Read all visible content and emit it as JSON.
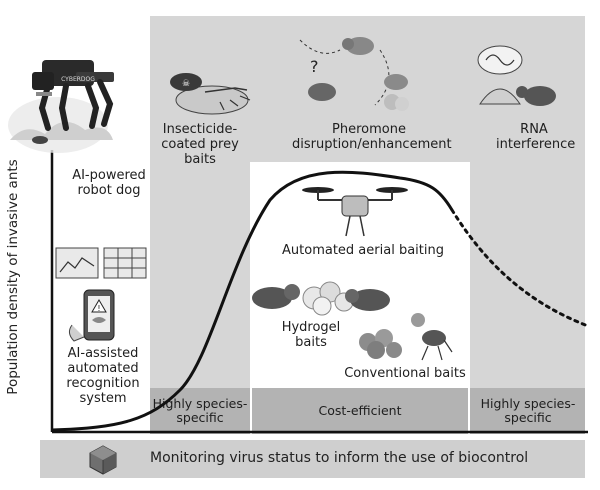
{
  "figure": {
    "y_axis_label": "Population density of invasive ants",
    "footer": "Monitoring virus status to inform the use of biocontrol",
    "panels": {
      "robot_dog": "AI-powered robot dog",
      "recognition": "AI-assisted automated recognition system",
      "insecticide": "Insecticide-coated prey baits",
      "pheromone": "Pheromone disruption/enhancement",
      "rna": "RNA interference",
      "aerial": "Automated aerial baiting",
      "hydrogel": "Hydrogel baits",
      "conventional": "Conventional baits"
    },
    "robot_brand": "CYBERDOG",
    "bands": {
      "left": "Highly species-specific",
      "middle": "Cost-efficient",
      "right": "Highly species-specific"
    },
    "colors": {
      "panel_gray": "#d6d6d6",
      "band_gray": "#b3b3b3",
      "footer_gray": "#cfcfcf",
      "curve": "#111111"
    }
  }
}
